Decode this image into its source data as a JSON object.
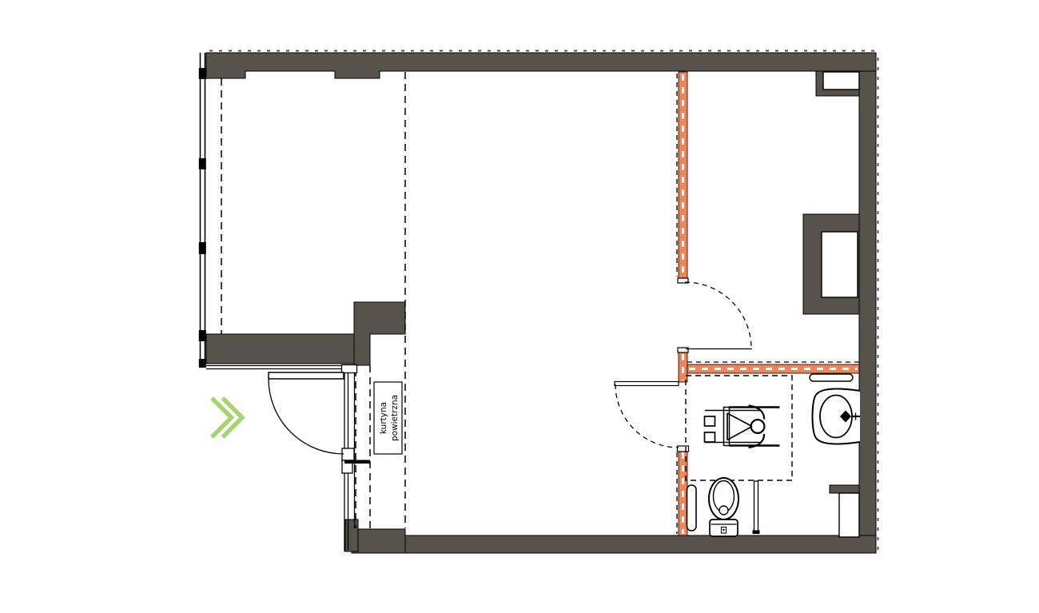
{
  "plan": {
    "type": "architectural-floor-plan",
    "air_curtain_label": {
      "line1": "kurtyna",
      "line2": "powietrzna"
    },
    "colors": {
      "wall": "#57534A",
      "highlight_wall": "#F08657",
      "entrance_arrow": "#A6D470",
      "line": "#000000",
      "background": "#FFFFFF"
    },
    "symbols": [
      "entrance-direction-chevron",
      "door-swing-arc",
      "wheelchair-symbol",
      "toilet",
      "washbasin",
      "grab-bar",
      "air-curtain-zone",
      "wheelchair-clearance-zone"
    ]
  }
}
